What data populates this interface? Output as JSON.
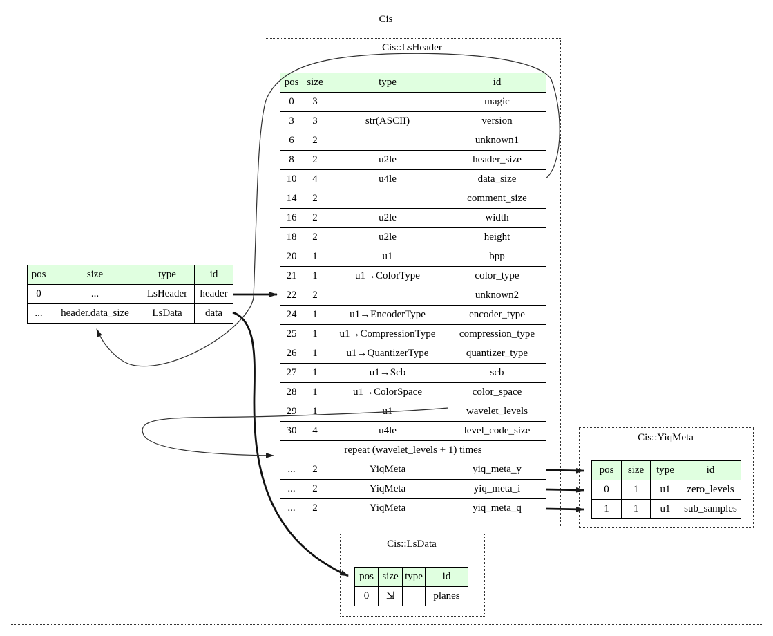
{
  "diagram": {
    "clusters": {
      "cis": {
        "title": "Cis"
      },
      "ls_header": {
        "title": "Cis::LsHeader"
      },
      "yiq_meta": {
        "title": "Cis::YiqMeta"
      },
      "ls_data": {
        "title": "Cis::LsData"
      }
    },
    "colors": {
      "header_bg": "#e0ffe0",
      "table_border": "#000000",
      "cluster_border": "#333333",
      "edge": "#2f2f2f"
    },
    "tables": {
      "cis_seq": {
        "headers": [
          "pos",
          "size",
          "type",
          "id"
        ],
        "rows": [
          {
            "cells": [
              "0",
              "...",
              "LsHeader",
              "header"
            ]
          },
          {
            "cells": [
              "...",
              "header.data_size",
              "LsData",
              "data"
            ]
          }
        ]
      },
      "ls_header_seq": {
        "headers": [
          "pos",
          "size",
          "type",
          "id"
        ],
        "rows": [
          {
            "cells": [
              "0",
              "3",
              "",
              "magic"
            ]
          },
          {
            "cells": [
              "3",
              "3",
              "str(ASCII)",
              "version"
            ]
          },
          {
            "cells": [
              "6",
              "2",
              "",
              "unknown1"
            ]
          },
          {
            "cells": [
              "8",
              "2",
              "u2le",
              "header_size"
            ]
          },
          {
            "cells": [
              "10",
              "4",
              "u4le",
              "data_size"
            ]
          },
          {
            "cells": [
              "14",
              "2",
              "",
              "comment_size"
            ]
          },
          {
            "cells": [
              "16",
              "2",
              "u2le",
              "width"
            ]
          },
          {
            "cells": [
              "18",
              "2",
              "u2le",
              "height"
            ]
          },
          {
            "cells": [
              "20",
              "1",
              "u1",
              "bpp"
            ]
          },
          {
            "cells": [
              "21",
              "1",
              "u1→ColorType",
              "color_type"
            ]
          },
          {
            "cells": [
              "22",
              "2",
              "",
              "unknown2"
            ]
          },
          {
            "cells": [
              "24",
              "1",
              "u1→EncoderType",
              "encoder_type"
            ]
          },
          {
            "cells": [
              "25",
              "1",
              "u1→CompressionType",
              "compression_type"
            ]
          },
          {
            "cells": [
              "26",
              "1",
              "u1→QuantizerType",
              "quantizer_type"
            ]
          },
          {
            "cells": [
              "27",
              "1",
              "u1→Scb",
              "scb"
            ]
          },
          {
            "cells": [
              "28",
              "1",
              "u1→ColorSpace",
              "color_space"
            ]
          },
          {
            "cells": [
              "29",
              "1",
              "u1",
              "wavelet_levels"
            ]
          },
          {
            "cells": [
              "30",
              "4",
              "u4le",
              "level_code_size"
            ]
          },
          {
            "span": "repeat (wavelet_levels + 1) times"
          },
          {
            "cells": [
              "...",
              "2",
              "YiqMeta",
              "yiq_meta_y"
            ]
          },
          {
            "cells": [
              "...",
              "2",
              "YiqMeta",
              "yiq_meta_i"
            ]
          },
          {
            "cells": [
              "...",
              "2",
              "YiqMeta",
              "yiq_meta_q"
            ]
          }
        ]
      },
      "yiq_meta_seq": {
        "headers": [
          "pos",
          "size",
          "type",
          "id"
        ],
        "rows": [
          {
            "cells": [
              "0",
              "1",
              "u1",
              "zero_levels"
            ]
          },
          {
            "cells": [
              "1",
              "1",
              "u1",
              "sub_samples"
            ]
          }
        ]
      },
      "ls_data_seq": {
        "headers": [
          "pos",
          "size",
          "type",
          "id"
        ],
        "rows": [
          {
            "cells": [
              "0",
              "⇲",
              "",
              "planes"
            ]
          }
        ]
      }
    }
  }
}
